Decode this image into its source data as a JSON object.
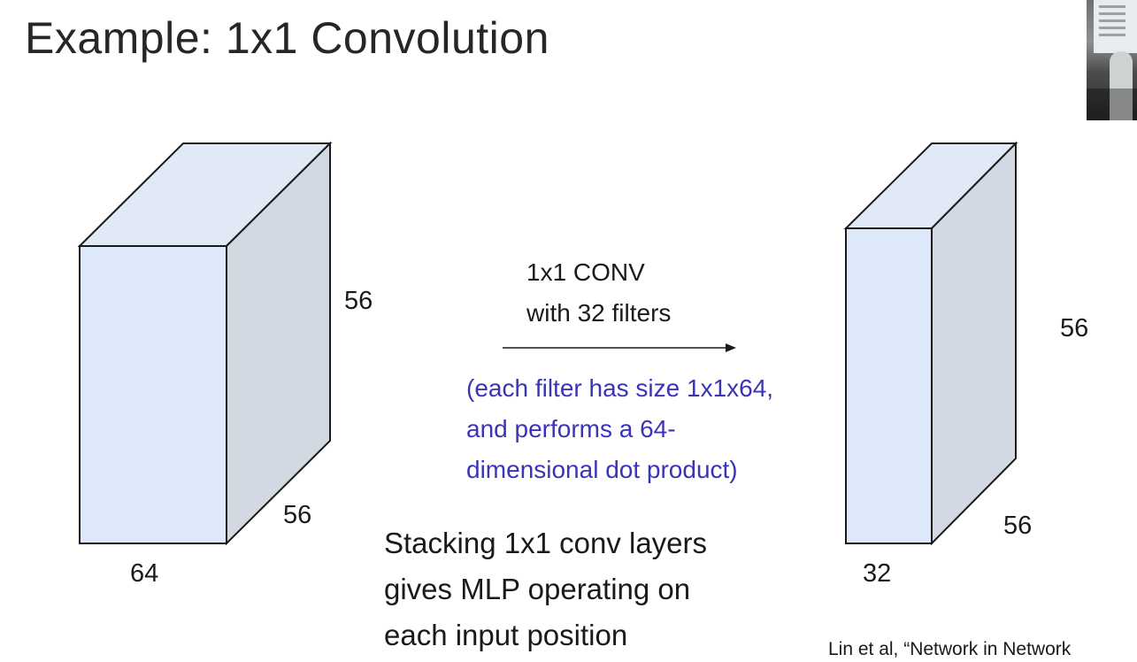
{
  "title": "Example: 1x1 Convolution",
  "input_volume": {
    "height_label": "56",
    "width_label": "56",
    "depth_label": "64"
  },
  "output_volume": {
    "height_label": "56",
    "width_label": "56",
    "depth_label": "32"
  },
  "operation": {
    "line1": "1x1 CONV",
    "line2": "with 32 filters"
  },
  "filter_note": {
    "line1": "(each filter has size 1x1x64,",
    "line2": "and performs a 64-",
    "line3": "dimensional dot product)"
  },
  "stacking_note": {
    "line1": "Stacking 1x1 conv layers",
    "line2": "gives MLP operating on",
    "line3": "each input position"
  },
  "citation": "Lin et al, “Network in Network",
  "colors": {
    "front_face": "#dde8fb",
    "side_face": "#d3d9e3",
    "top_face": "#e1e9f7",
    "edge": "#1a1a1a",
    "note_blue": "#3a34b8"
  }
}
